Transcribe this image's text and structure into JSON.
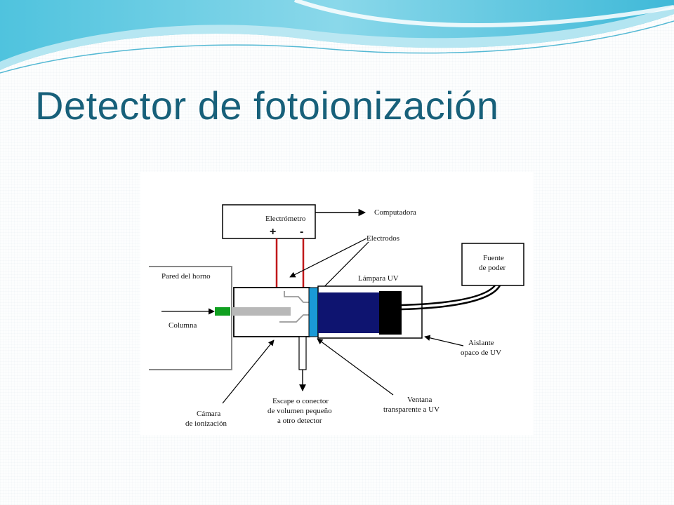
{
  "slide": {
    "title": "Detector de fotoionización"
  },
  "diagram": {
    "labels": {
      "electrometer": "Electrómetro",
      "plus": "+",
      "minus": "-",
      "computer": "Computadora",
      "electrodes": "Electrodos",
      "power_line1": "Fuente",
      "power_line2": "de poder",
      "oven_wall": "Pared del horno",
      "uv_lamp": "Lámpara UV",
      "column": "Columna",
      "insulator_line1": "Aislante",
      "insulator_line2": "opaco de UV",
      "chamber_line1": "Cámara",
      "chamber_line2": "de ionización",
      "exhaust_line1": "Escape o conector",
      "exhaust_line2": "de volumen pequeño",
      "exhaust_line3": "a otro detector",
      "window_line1": "Ventana",
      "window_line2": "transparente a UV"
    },
    "colors": {
      "title": "#17607a",
      "lead_wire": "#c0181a",
      "column_tip": "#10a020",
      "uv_window": "#1a9ad6",
      "uv_lamp": "#0e1470",
      "lamp_cap": "#000000"
    }
  }
}
